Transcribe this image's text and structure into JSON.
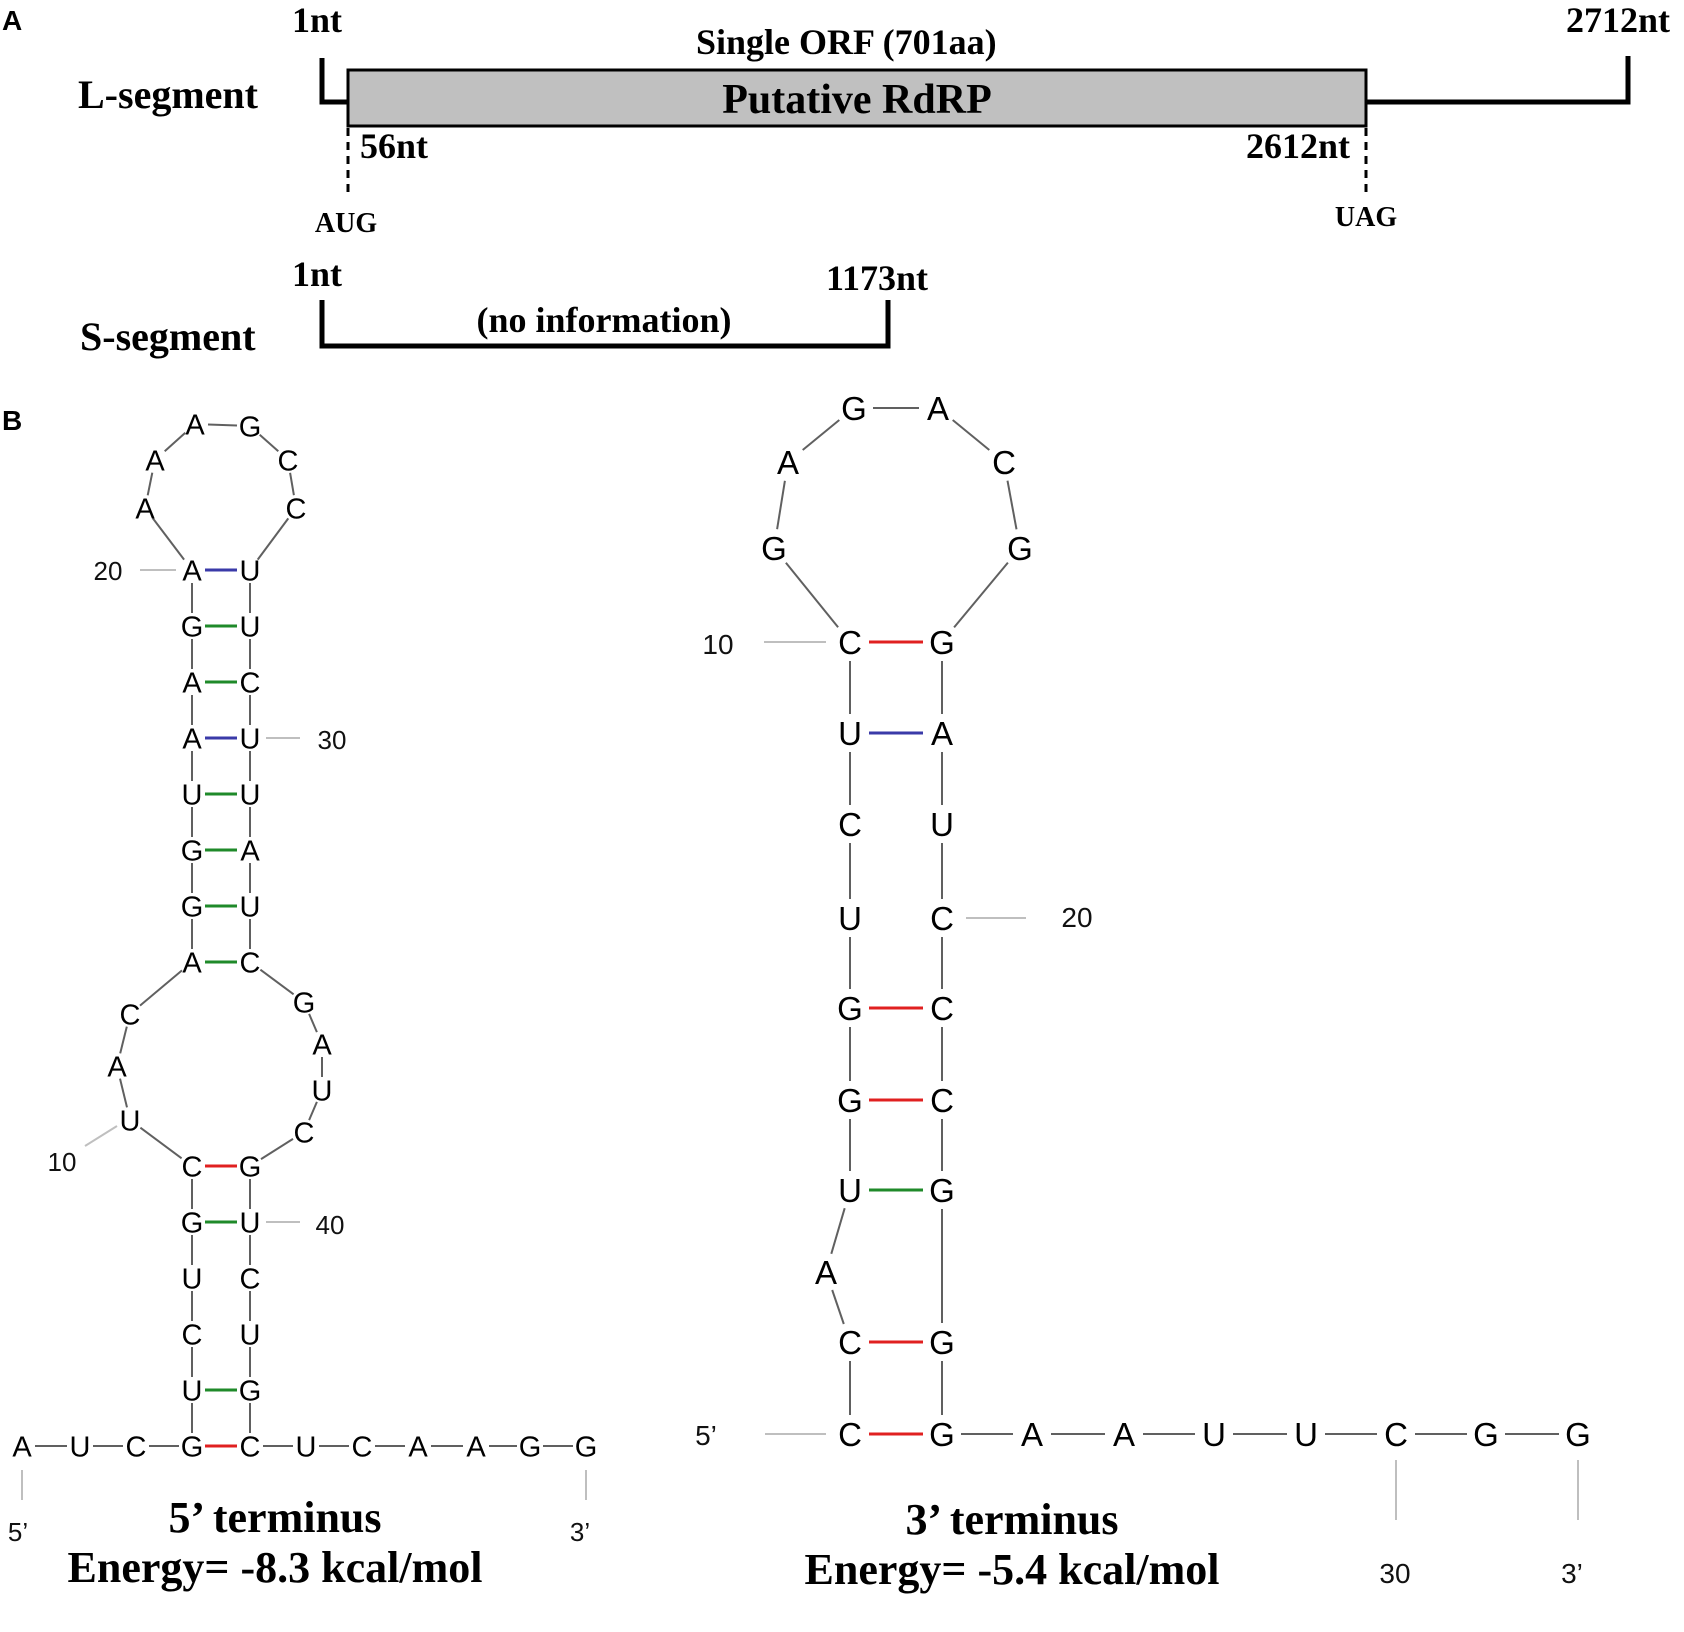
{
  "panel_a": {
    "label": "A",
    "l_segment": {
      "name": "L-segment",
      "start": "1nt",
      "end": "2712nt",
      "orf_title": "Single ORF (701aa)",
      "orf_label": "Putative RdRP",
      "orf_start": "56nt",
      "orf_end": "2612nt",
      "start_codon": "AUG",
      "stop_codon": "UAG"
    },
    "s_segment": {
      "name": "S-segment",
      "start": "1nt",
      "end": "1173nt",
      "note": "(no information)"
    }
  },
  "panel_b": {
    "label": "B",
    "five_prime_structure": {
      "caption": "5’ terminus",
      "energy": "Energy= -8.3 kcal/mol",
      "end5": "5’",
      "end3": "3’",
      "position_labels": [
        "10",
        "20",
        "30",
        "40"
      ],
      "sequence": [
        "A",
        "U",
        "C",
        "G",
        "U",
        "C",
        "U",
        "G",
        "C",
        "U",
        "A",
        "C",
        "A",
        "G",
        "G",
        "U",
        "A",
        "A",
        "G",
        "A",
        "A",
        "A",
        "A",
        "G",
        "C",
        "C",
        "U",
        "U",
        "C",
        "U",
        "U",
        "A",
        "U",
        "C",
        "G",
        "A",
        "U",
        "C",
        "G",
        "U",
        "C",
        "U",
        "G",
        "C",
        "U",
        "C",
        "A",
        "A",
        "G",
        "G"
      ]
    },
    "three_prime_structure": {
      "caption": "3’ terminus",
      "energy": "Energy= -5.4 kcal/mol",
      "end5": "5’",
      "end3": "3’",
      "position_labels": [
        "10",
        "20",
        "30"
      ],
      "sequence": [
        "C",
        "C",
        "A",
        "U",
        "G",
        "G",
        "U",
        "C",
        "U",
        "C",
        "G",
        "A",
        "G",
        "A",
        "C",
        "G",
        "G",
        "A",
        "U",
        "C",
        "C",
        "C",
        "G",
        "G",
        "G",
        "A",
        "A",
        "U",
        "U",
        "C",
        "G",
        "G"
      ]
    },
    "pair_colors": {
      "GC": "#e02020",
      "AU": "#3a3aa8",
      "GU": "#1f8a2a",
      "backbone": "#606060",
      "leader": "#bfbfbf"
    }
  }
}
